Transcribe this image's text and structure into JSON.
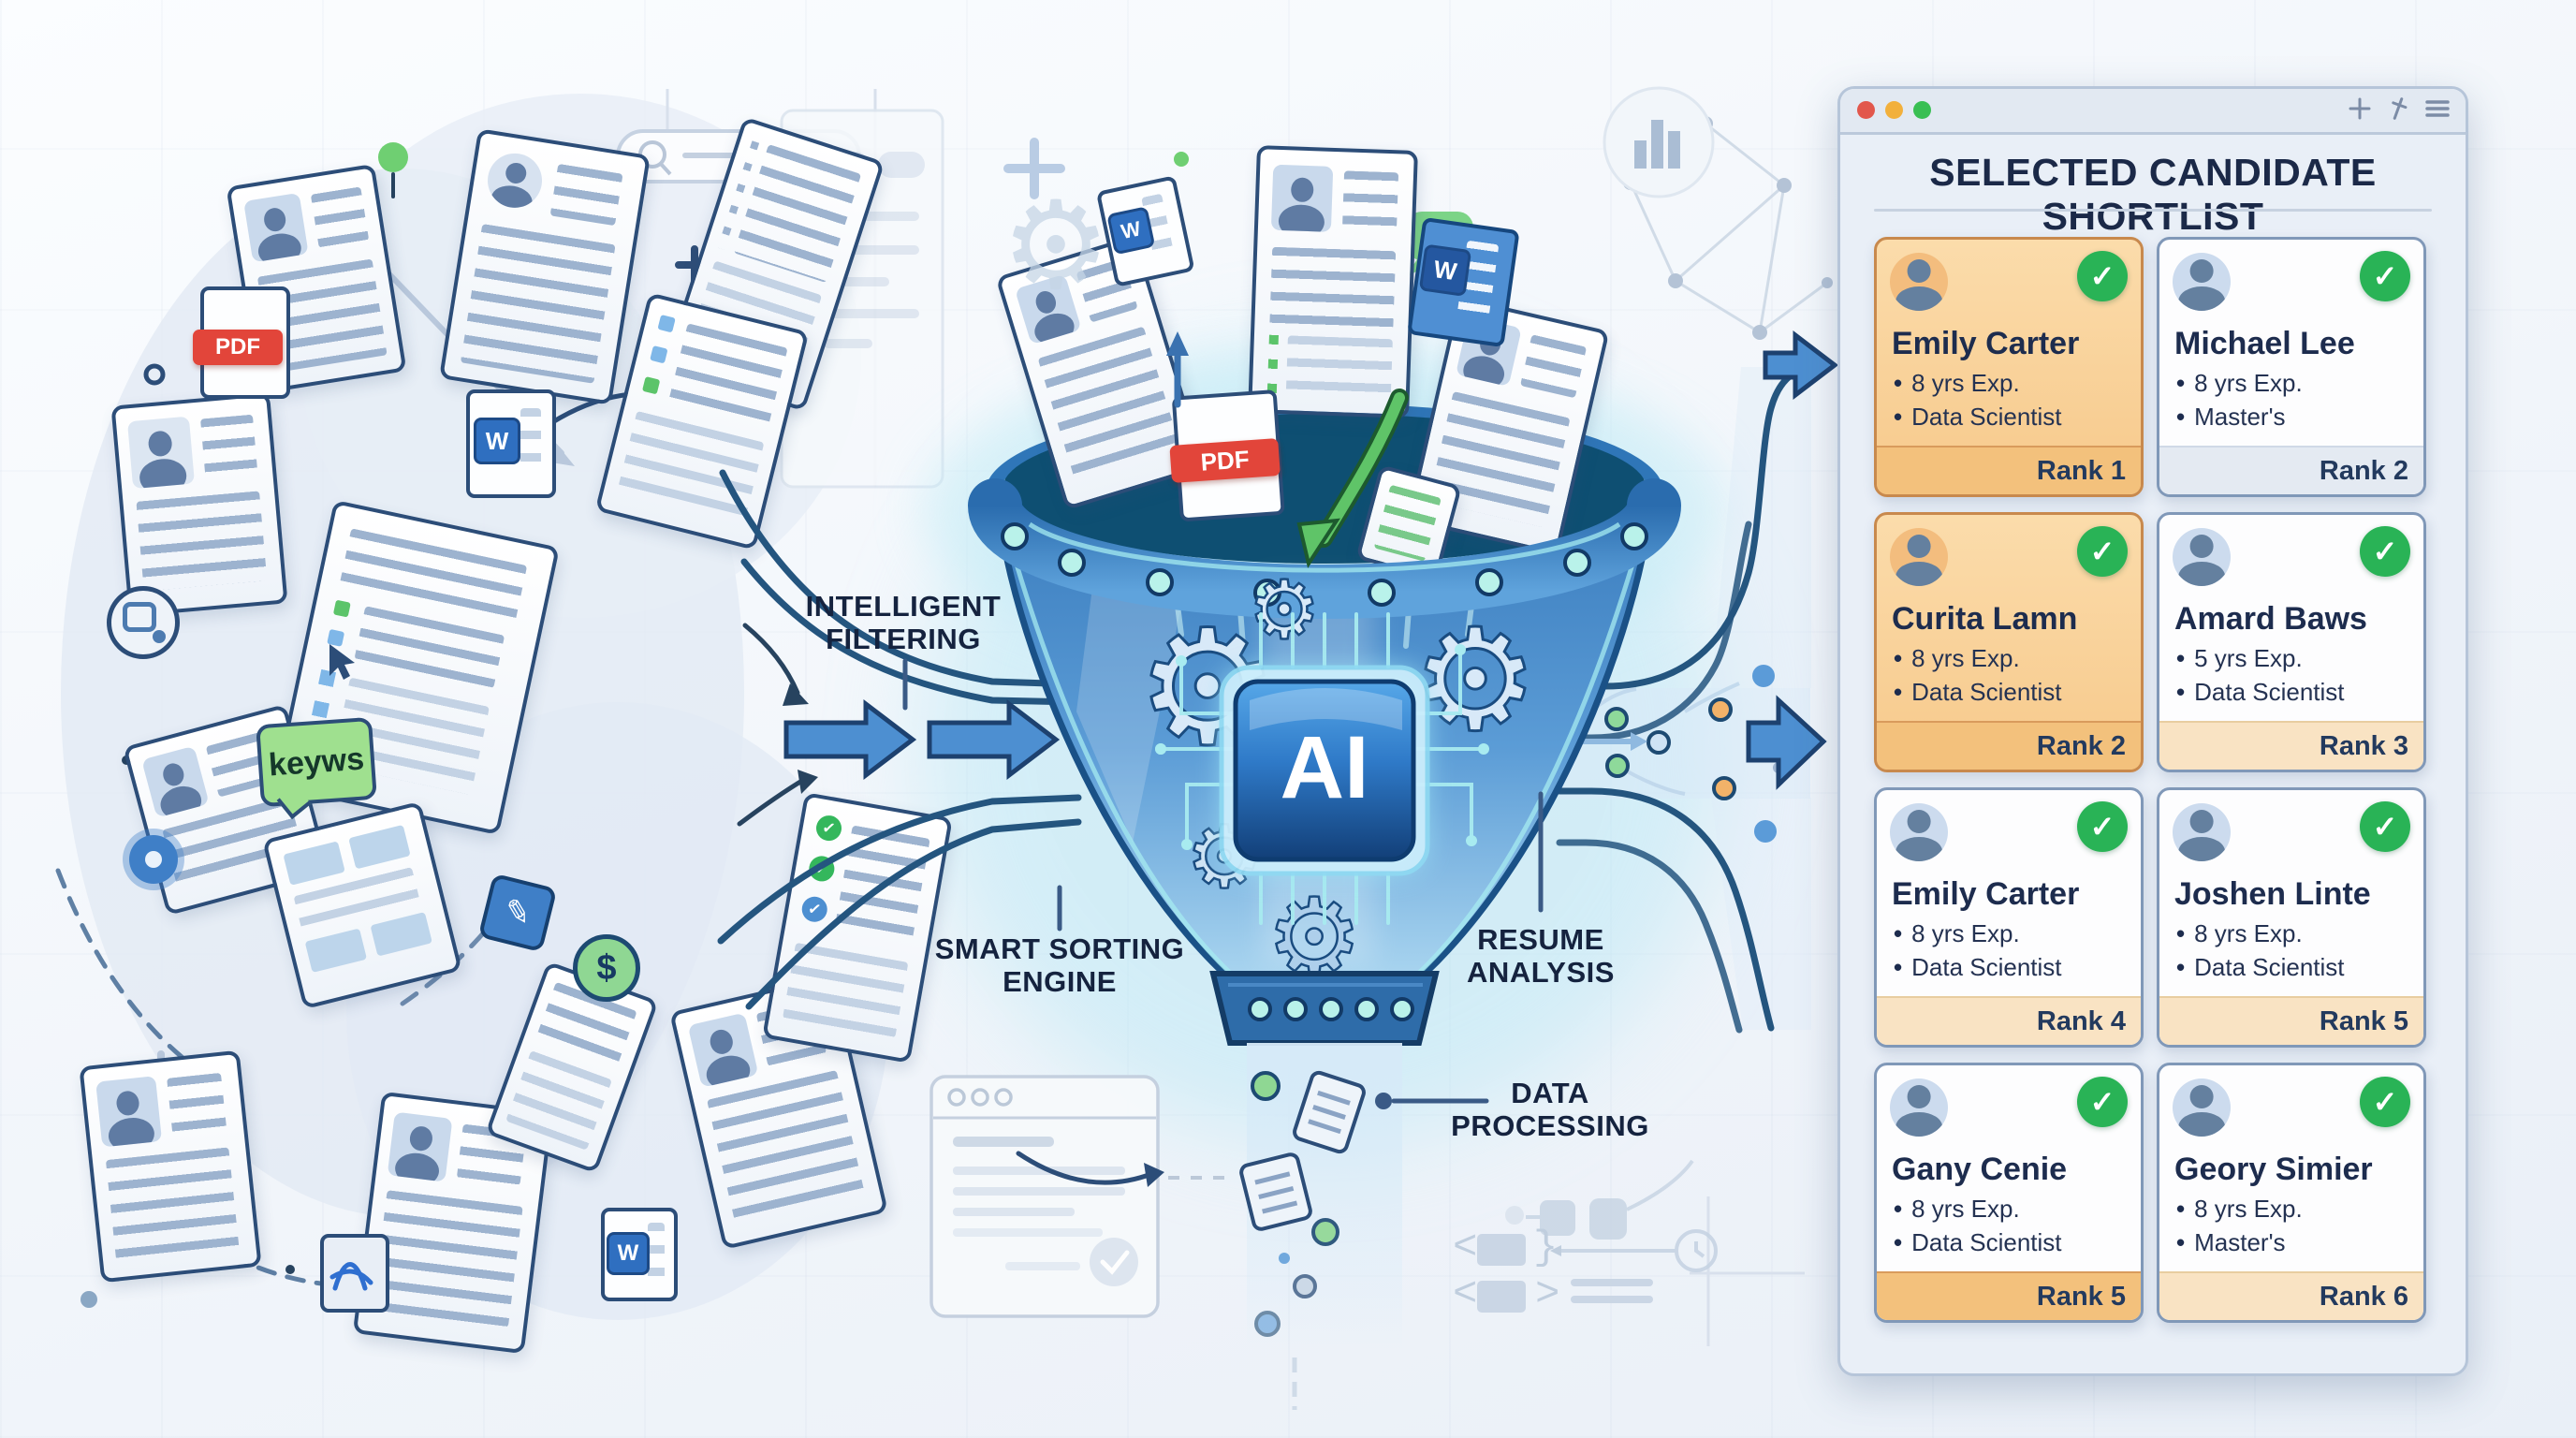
{
  "icons": {
    "check": "✓",
    "gear": "⚙",
    "dollar": "$",
    "pen": "✎"
  },
  "deco": {
    "angle_open": "<",
    "angle_close": ">",
    "brace": "}"
  },
  "illustration": {
    "labels": {
      "filtering": "INTELLIGENT FILTERING",
      "sorting": "SMART SORTING ENGINE",
      "analysis": "RESUME ANALYSIS",
      "processing": "DATA PROCESSING"
    },
    "chip": "AI",
    "badges": {
      "pdf": "PDF",
      "word": "W",
      "keywords": "keyws"
    }
  },
  "panel": {
    "title": "SELECTED CANDIDATE SHORTLIST",
    "cards": [
      {
        "name": "Emily Carter",
        "exp": "8 yrs Exp.",
        "role": "Data Scientist",
        "rank": "Rank 1",
        "highlight": true
      },
      {
        "name": "Michael Lee",
        "exp": "8 yrs Exp.",
        "role": "Master's",
        "rank": "Rank 2",
        "highlight": false
      },
      {
        "name": "Curita Lamn",
        "exp": "8 yrs Exp.",
        "role": "Data Scientist",
        "rank": "Rank 2",
        "highlight": true
      },
      {
        "name": "Amard Baws",
        "exp": "5 yrs Exp.",
        "role": "Data Scientist",
        "rank": "Rank 3",
        "highlight": false
      },
      {
        "name": "Emily Carter",
        "exp": "8 yrs Exp.",
        "role": "Data Scientist",
        "rank": "Rank 4",
        "highlight": false
      },
      {
        "name": "Joshen Linte",
        "exp": "8 yrs Exp.",
        "role": "Data Scientist",
        "rank": "Rank 5",
        "highlight": false
      },
      {
        "name": "Gany Cenie",
        "exp": "8 yrs Exp.",
        "role": "Data Scientist",
        "rank": "Rank 5",
        "highlight": false
      },
      {
        "name": "Geory Simier",
        "exp": "8 yrs Exp.",
        "role": "Master's",
        "rank": "Rank 6",
        "highlight": false
      }
    ]
  }
}
